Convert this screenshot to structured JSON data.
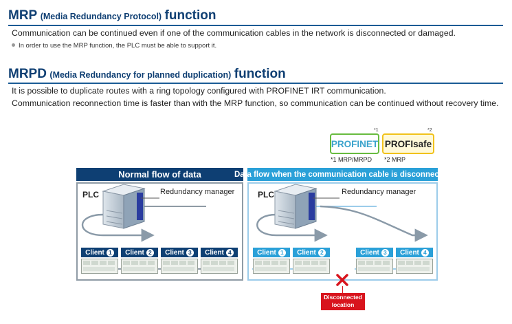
{
  "mrp": {
    "title_main": "MRP",
    "title_paren": "(Media Redundancy Protocol)",
    "title_end": "function",
    "description": "Communication can be continued even if one of the communication cables in the network is disconnected or damaged.",
    "note": "In order to use the MRP function, the PLC must be able to support it."
  },
  "mrpd": {
    "title_main": "MRPD",
    "title_paren": "(Media Redundancy for planned duplication)",
    "title_end": "function",
    "line1": "It is possible to duplicate routes with a ring topology configured with PROFINET IRT communication.",
    "line2": "Communication reconnection time is faster than with the MRP function, so communication can be continued without recovery time."
  },
  "logos": {
    "profinet": "PROFINET",
    "profinet_mark": "*1",
    "profisafe": "PROFIsafe",
    "profisafe_mark": "*2",
    "footnote1": "*1  MRP/MRPD",
    "footnote2": "*2  MRP"
  },
  "diagram": {
    "normal_header": "Normal flow of data",
    "disconnected_header": "Data flow when the communication cable is disconnected",
    "plc_label": "PLC",
    "redundancy_label": "Redundancy manager",
    "client_label": "Client",
    "client_numbers": [
      "1",
      "2",
      "3",
      "4"
    ],
    "disconnected_label_line1": "Disconnected",
    "disconnected_label_line2": "location"
  },
  "colors": {
    "title_blue": "#0f3f73",
    "normal_blue": "#0e3f73",
    "light_blue": "#2aa0d8",
    "alert_red": "#d8141d",
    "profinet_green": "#67bb3f",
    "profisafe_yellow": "#f1c21b"
  }
}
